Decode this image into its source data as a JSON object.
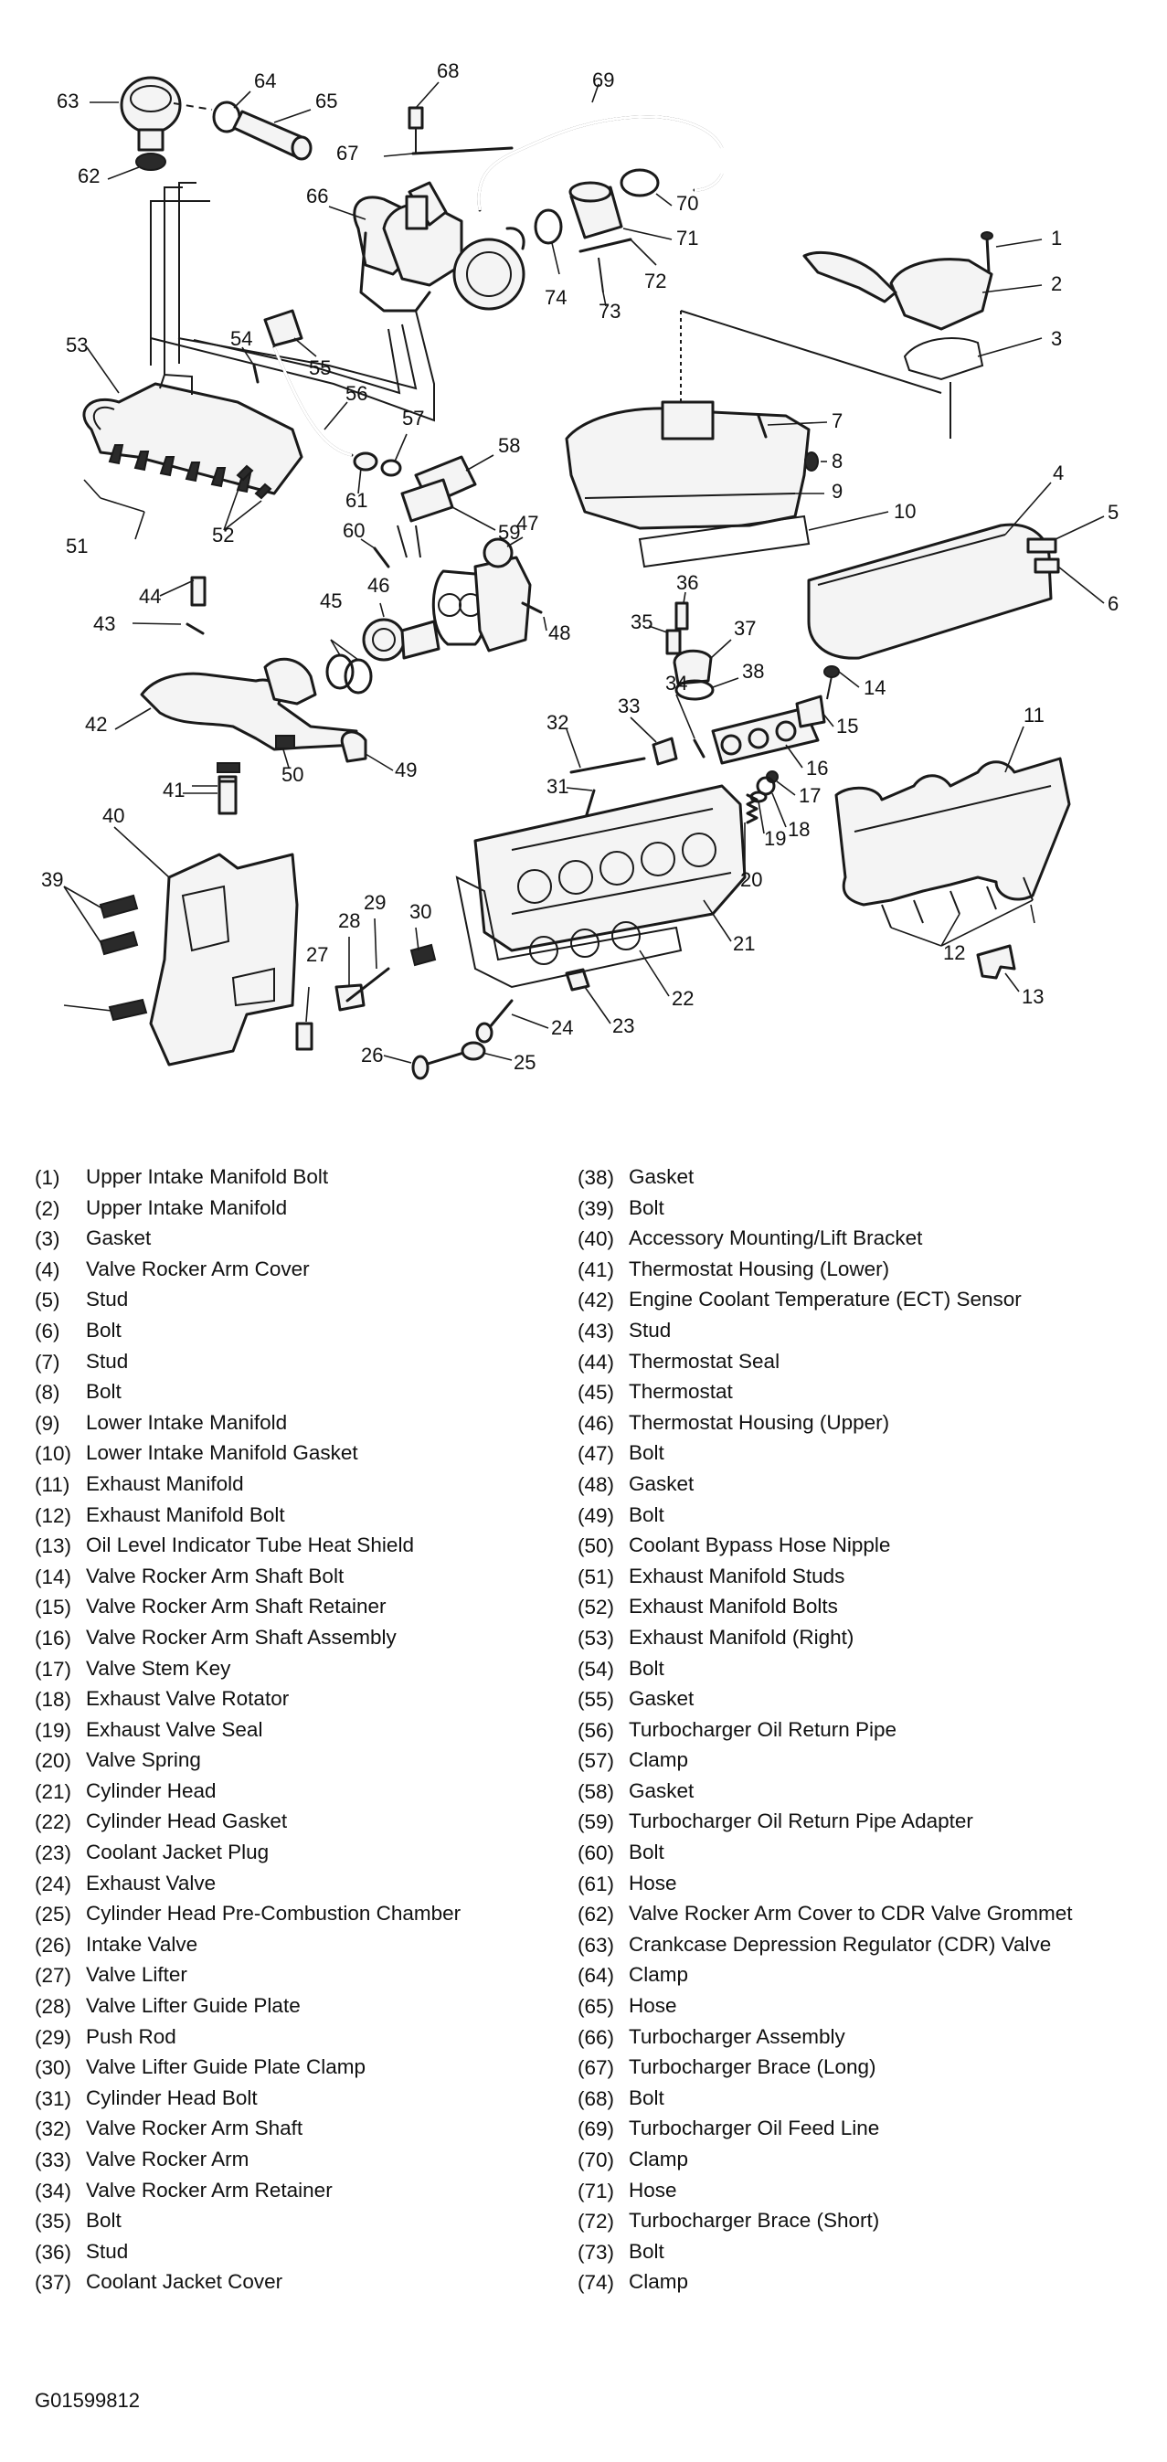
{
  "legend_left": [
    {
      "num": "(1)",
      "text": "Upper Intake Manifold Bolt"
    },
    {
      "num": "(2)",
      "text": "Upper Intake Manifold"
    },
    {
      "num": "(3)",
      "text": "Gasket"
    },
    {
      "num": "(4)",
      "text": "Valve Rocker Arm Cover"
    },
    {
      "num": "(5)",
      "text": "Stud"
    },
    {
      "num": "(6)",
      "text": "Bolt"
    },
    {
      "num": "(7)",
      "text": "Stud"
    },
    {
      "num": "(8)",
      "text": "Bolt"
    },
    {
      "num": "(9)",
      "text": "Lower Intake Manifold"
    },
    {
      "num": "(10)",
      "text": "Lower Intake Manifold Gasket"
    },
    {
      "num": "(11)",
      "text": "Exhaust Manifold"
    },
    {
      "num": "(12)",
      "text": "Exhaust Manifold Bolt"
    },
    {
      "num": "(13)",
      "text": "Oil Level Indicator Tube Heat Shield"
    },
    {
      "num": "(14)",
      "text": "Valve Rocker Arm Shaft Bolt"
    },
    {
      "num": "(15)",
      "text": "Valve Rocker Arm Shaft Retainer"
    },
    {
      "num": "(16)",
      "text": "Valve Rocker Arm Shaft Assembly"
    },
    {
      "num": "(17)",
      "text": "Valve Stem Key"
    },
    {
      "num": "(18)",
      "text": "Exhaust Valve Rotator"
    },
    {
      "num": "(19)",
      "text": "Exhaust Valve Seal"
    },
    {
      "num": "(20)",
      "text": "Valve Spring"
    },
    {
      "num": "(21)",
      "text": "Cylinder Head"
    },
    {
      "num": "(22)",
      "text": "Cylinder Head Gasket"
    },
    {
      "num": "(23)",
      "text": "Coolant Jacket Plug"
    },
    {
      "num": "(24)",
      "text": "Exhaust Valve"
    },
    {
      "num": "(25)",
      "text": "Cylinder Head Pre-Combustion Chamber"
    },
    {
      "num": "(26)",
      "text": "Intake Valve"
    },
    {
      "num": "(27)",
      "text": "Valve Lifter"
    },
    {
      "num": "(28)",
      "text": "Valve Lifter Guide Plate"
    },
    {
      "num": "(29)",
      "text": "Push Rod"
    },
    {
      "num": "(30)",
      "text": "Valve Lifter Guide Plate Clamp"
    },
    {
      "num": "(31)",
      "text": "Cylinder Head Bolt"
    },
    {
      "num": "(32)",
      "text": "Valve Rocker Arm Shaft"
    },
    {
      "num": "(33)",
      "text": "Valve Rocker Arm"
    },
    {
      "num": "(34)",
      "text": "Valve Rocker Arm Retainer"
    },
    {
      "num": "(35)",
      "text": "Bolt"
    },
    {
      "num": "(36)",
      "text": "Stud"
    },
    {
      "num": "(37)",
      "text": "Coolant Jacket Cover"
    }
  ],
  "legend_right": [
    {
      "num": "(38)",
      "text": "Gasket"
    },
    {
      "num": "(39)",
      "text": "Bolt"
    },
    {
      "num": "(40)",
      "text": "Accessory Mounting/Lift Bracket"
    },
    {
      "num": "(41)",
      "text": "Thermostat Housing (Lower)"
    },
    {
      "num": "(42)",
      "text": "Engine Coolant Temperature (ECT) Sensor"
    },
    {
      "num": "(43)",
      "text": "Stud"
    },
    {
      "num": "(44)",
      "text": "Thermostat Seal"
    },
    {
      "num": "(45)",
      "text": "Thermostat"
    },
    {
      "num": "(46)",
      "text": "Thermostat Housing (Upper)"
    },
    {
      "num": "(47)",
      "text": "Bolt"
    },
    {
      "num": "(48)",
      "text": "Gasket"
    },
    {
      "num": "(49)",
      "text": "Bolt"
    },
    {
      "num": "(50)",
      "text": "Coolant Bypass Hose Nipple"
    },
    {
      "num": "(51)",
      "text": "Exhaust Manifold Studs"
    },
    {
      "num": "(52)",
      "text": "Exhaust Manifold Bolts"
    },
    {
      "num": "(53)",
      "text": "Exhaust Manifold (Right)"
    },
    {
      "num": "(54)",
      "text": "Bolt"
    },
    {
      "num": "(55)",
      "text": "Gasket"
    },
    {
      "num": "(56)",
      "text": "Turbocharger Oil Return Pipe"
    },
    {
      "num": "(57)",
      "text": "Clamp"
    },
    {
      "num": "(58)",
      "text": "Gasket"
    },
    {
      "num": "(59)",
      "text": "Turbocharger Oil Return Pipe Adapter"
    },
    {
      "num": "(60)",
      "text": "Bolt"
    },
    {
      "num": "(61)",
      "text": "Hose"
    },
    {
      "num": "(62)",
      "text": "Valve Rocker Arm Cover to CDR Valve Grommet"
    },
    {
      "num": "(63)",
      "text": "Crankcase Depression Regulator (CDR) Valve"
    },
    {
      "num": "(64)",
      "text": "Clamp"
    },
    {
      "num": "(65)",
      "text": "Hose"
    },
    {
      "num": "(66)",
      "text": "Turbocharger Assembly"
    },
    {
      "num": "(67)",
      "text": "Turbocharger Brace (Long)"
    },
    {
      "num": "(68)",
      "text": "Bolt"
    },
    {
      "num": "(69)",
      "text": "Turbocharger Oil Feed Line"
    },
    {
      "num": "(70)",
      "text": "Clamp"
    },
    {
      "num": "(71)",
      "text": "Hose"
    },
    {
      "num": "(72)",
      "text": "Turbocharger Brace (Short)"
    },
    {
      "num": "(73)",
      "text": "Bolt"
    },
    {
      "num": "(74)",
      "text": "Clamp"
    }
  ],
  "callouts": [
    "1",
    "2",
    "3",
    "4",
    "5",
    "6",
    "7",
    "8",
    "9",
    "10",
    "11",
    "12",
    "13",
    "14",
    "15",
    "16",
    "17",
    "18",
    "19",
    "20",
    "21",
    "22",
    "23",
    "24",
    "25",
    "26",
    "27",
    "28",
    "29",
    "30",
    "31",
    "32",
    "33",
    "34",
    "35",
    "36",
    "37",
    "38",
    "39",
    "40",
    "41",
    "42",
    "43",
    "44",
    "45",
    "46",
    "47",
    "48",
    "49",
    "50",
    "51",
    "52",
    "53",
    "54",
    "55",
    "56",
    "57",
    "58",
    "59",
    "60",
    "61",
    "62",
    "63",
    "64",
    "65",
    "66",
    "67",
    "68",
    "69",
    "70",
    "71",
    "72",
    "73",
    "74"
  ],
  "figure_id": "G01599812"
}
